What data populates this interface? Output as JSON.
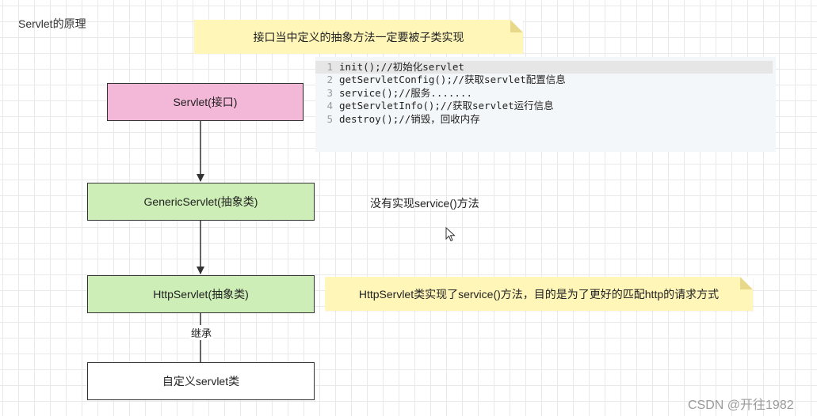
{
  "title": "Servlet的原理",
  "notes": {
    "top": "接口当中定义的抽象方法一定要被子类实现",
    "http": "HttpServlet类实现了service()方法，目的是为了更好的匹配http的请求方式"
  },
  "code": {
    "lines": [
      {
        "num": "1",
        "text": "init();//初始化servlet"
      },
      {
        "num": "2",
        "text": "getServletConfig();//获取servlet配置信息"
      },
      {
        "num": "3",
        "text": "service();//服务......."
      },
      {
        "num": "4",
        "text": "getServletInfo();//获取servlet运行信息"
      },
      {
        "num": "5",
        "text": "destroy();//销毁，回收内存"
      }
    ]
  },
  "boxes": {
    "servlet": "Servlet(接口)",
    "generic": "GenericServlet(抽象类)",
    "http": "HttpServlet(抽象类)",
    "custom": "自定义servlet类"
  },
  "labels": {
    "no_service": "没有实现service()方法",
    "inherit": "继承"
  },
  "watermark": "CSDN @开往1982",
  "colors": {
    "note": "#fff6b8",
    "interface": "#f3b7d7",
    "abstract": "#cdeeb6",
    "concrete": "#ffffff"
  }
}
